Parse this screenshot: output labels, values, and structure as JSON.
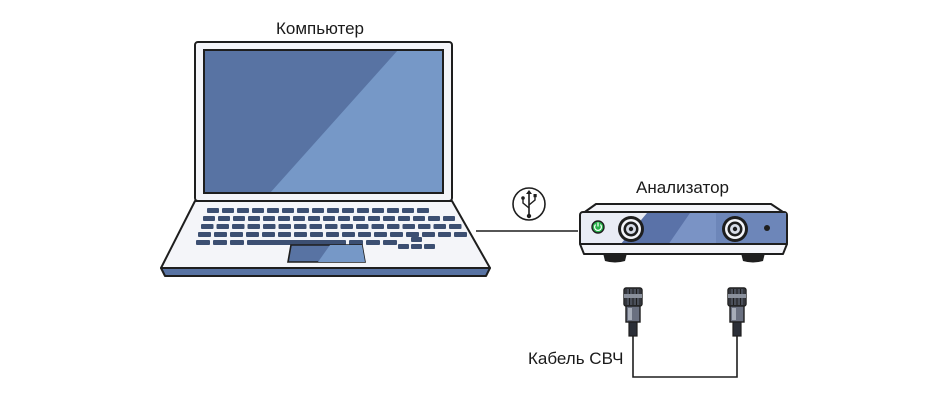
{
  "labels": {
    "computer": "Компьютер",
    "analyzer": "Анализатор",
    "cable": "Кабель СВЧ"
  },
  "icons": {
    "usb": "usb-icon",
    "power": "power-icon"
  },
  "colors": {
    "outline": "#1e1e1e",
    "screen_dark": "#5873a3",
    "screen_light": "#7698c7",
    "body_light": "#f4f5f9",
    "key": "#3c4f72",
    "analyzer_panel": "#e9ecf5",
    "analyzer_accent": "#5a72a8",
    "power_led": "#28b44a"
  }
}
